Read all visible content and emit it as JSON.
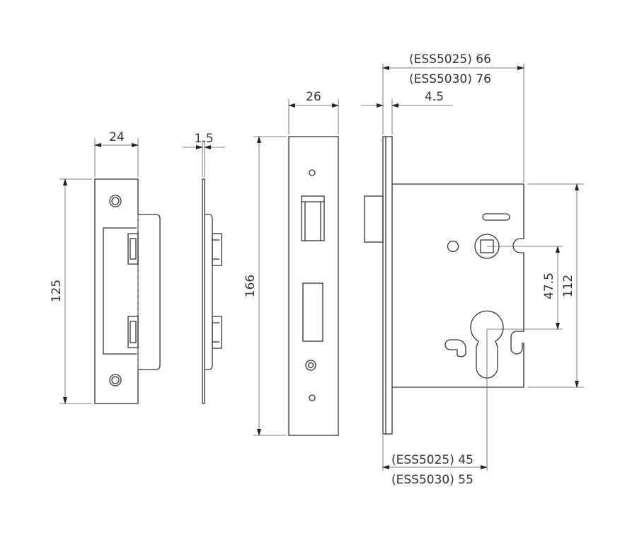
{
  "dimensions": {
    "strike_width": "24",
    "strike_thickness": "1.5",
    "strike_height": "125",
    "forend_width": "26",
    "forend_height": "166",
    "backset_ess5025_case": "(ESS5025) 66",
    "backset_ess5030_case": "(ESS5030) 76",
    "forend_thickness": "4.5",
    "case_height": "112",
    "centres": "47.5",
    "backset_ess5025": "(ESS5025) 45",
    "backset_ess5030": "(ESS5030) 55"
  },
  "colors": {
    "line": "#333333",
    "background": "#ffffff"
  }
}
